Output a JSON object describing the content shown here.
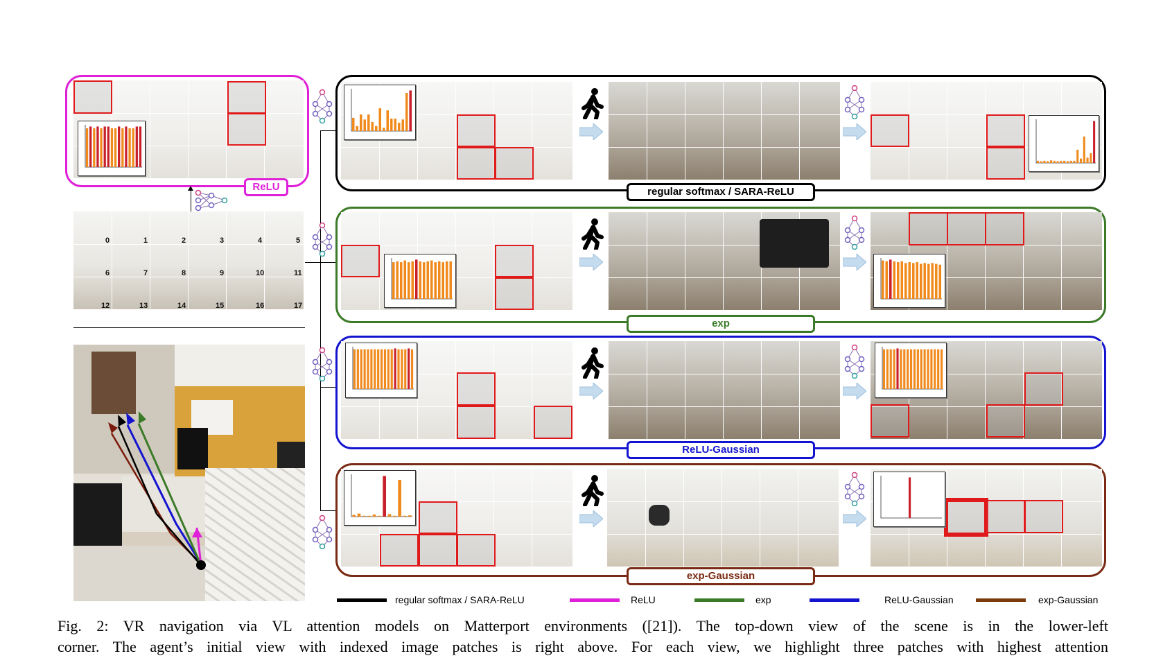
{
  "panels": {
    "relu": {
      "label": "ReLU",
      "color": "#e020d8"
    },
    "regular": {
      "label": "regular softmax / SARA-ReLU",
      "color": "#000000"
    },
    "exp": {
      "label": "exp",
      "color": "#3b7a27"
    },
    "relu_gaussian": {
      "label": "ReLU-Gaussian",
      "color": "#1414d0"
    },
    "exp_gaussian": {
      "label": "exp-Gaussian",
      "color": "#7a2a14"
    }
  },
  "patch_indices": [
    "0",
    "1",
    "2",
    "3",
    "4",
    "5",
    "6",
    "7",
    "8",
    "9",
    "10",
    "11",
    "12",
    "13",
    "14",
    "15",
    "16",
    "17"
  ],
  "legend": [
    {
      "label": "regular softmax / SARA-ReLU",
      "color": "#000000"
    },
    {
      "label": "ReLU",
      "color": "#e020d8"
    },
    {
      "label": "exp",
      "color": "#3b7a27"
    },
    {
      "label": "ReLU-Gaussian",
      "color": "#1414d0"
    },
    {
      "label": "exp-Gaussian",
      "color": "#7a3a0a"
    }
  ],
  "caption": {
    "fig": "Fig. 2:",
    "line1": "VR navigation via VL attention models on Matterport environments ([21]). The top-down view of the scene is in the lower-left",
    "line2": "corner. The agent’s initial view with indexed image patches is right above. For each view, we highlight three patches with highest attention"
  },
  "icons": {
    "agent": "walking-person-icon",
    "model": "neural-network-icon",
    "step": "right-arrow-icon"
  },
  "histograms": {
    "relu": [
      0.86,
      0.9,
      0.86,
      0.9,
      0.86,
      0.9,
      0.9,
      0.86,
      0.86,
      0.9,
      0.86,
      0.9,
      0.86,
      0.86,
      0.9,
      0.9
    ],
    "regular_initial": [
      0.32,
      0.12,
      0.4,
      0.28,
      0.4,
      0.22,
      0.12,
      0.55,
      0.08,
      0.5,
      0.3,
      0.3,
      0.2,
      0.28,
      0.92,
      0.98
    ],
    "regular_final": [
      0.05,
      0.04,
      0.05,
      0.04,
      0.06,
      0.05,
      0.04,
      0.05,
      0.05,
      0.04,
      0.05,
      0.05,
      0.3,
      0.1,
      0.6,
      0.12,
      0.22,
      0.95
    ],
    "exp_initial": [
      0.84,
      0.86,
      0.84,
      0.88,
      0.84,
      0.86,
      0.9,
      0.86,
      0.84,
      0.86,
      0.88,
      0.84,
      0.86,
      0.84,
      0.86,
      0.86
    ],
    "exp_final": [
      0.9,
      0.88,
      0.92,
      0.88,
      0.86,
      0.88,
      0.84,
      0.86,
      0.84,
      0.86,
      0.82,
      0.84,
      0.82,
      0.84,
      0.82,
      0.8
    ],
    "relug_initial": [
      0.9,
      0.9,
      0.9,
      0.9,
      0.9,
      0.9,
      0.9,
      0.9,
      0.9,
      0.9,
      0.9,
      0.9,
      0.92,
      0.9,
      0.9,
      0.9,
      0.92,
      0.9
    ],
    "relug_final": [
      0.9,
      0.9,
      0.9,
      0.9,
      0.92,
      0.9,
      0.9,
      0.9,
      0.9,
      0.9,
      0.9,
      0.9,
      0.9,
      0.9,
      0.9,
      0.9,
      0.9,
      0.9
    ],
    "expg_initial": [
      0.04,
      0.07,
      0.02,
      0.02,
      0.05,
      0.02,
      0.95,
      0.06,
      0.02,
      0.86,
      0.02,
      0.03
    ],
    "expg_final": [
      0,
      0,
      0,
      0,
      0,
      0,
      0,
      0,
      1.0,
      0,
      0,
      0,
      0,
      0,
      0,
      0,
      0,
      0
    ]
  }
}
